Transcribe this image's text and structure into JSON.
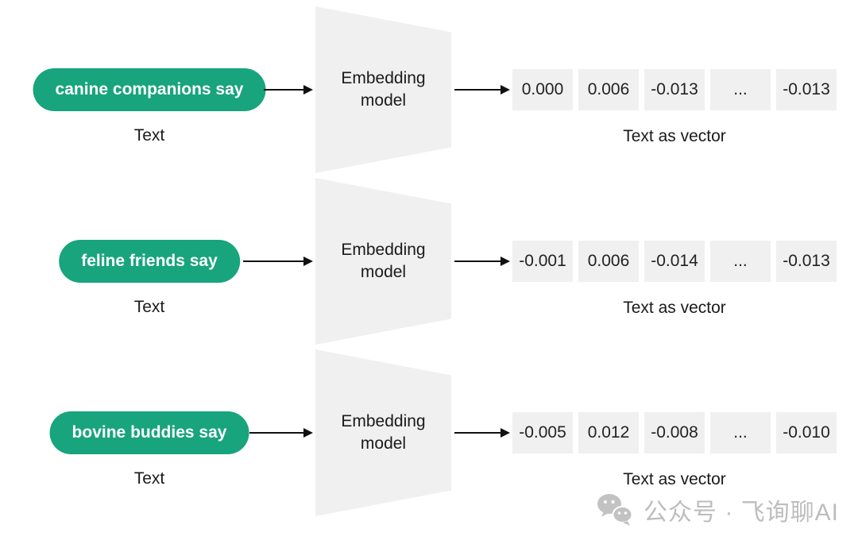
{
  "colors": {
    "pill_green": "#18A47C",
    "box_gray": "#F0F0F1",
    "text_dark": "#1A1A1A",
    "arrow_black": "#111111",
    "watermark_gray": "#BDBDBD"
  },
  "rows": [
    {
      "input_text": "canine companions say",
      "input_label": "Text",
      "model_label": "Embedding model",
      "vector": [
        "0.000",
        "0.006",
        "-0.013",
        "...",
        "-0.013"
      ],
      "vector_label": "Text as vector"
    },
    {
      "input_text": "feline friends say",
      "input_label": "Text",
      "model_label": "Embedding model",
      "vector": [
        "-0.001",
        "0.006",
        "-0.014",
        "...",
        "-0.013"
      ],
      "vector_label": "Text as vector"
    },
    {
      "input_text": "bovine buddies say",
      "input_label": "Text",
      "model_label": "Embedding model",
      "vector": [
        "-0.005",
        "0.012",
        "-0.008",
        "...",
        "-0.010"
      ],
      "vector_label": "Text as vector"
    }
  ],
  "watermark": {
    "icon": "wechat-icon",
    "text": "公众号 · 飞询聊AI"
  }
}
